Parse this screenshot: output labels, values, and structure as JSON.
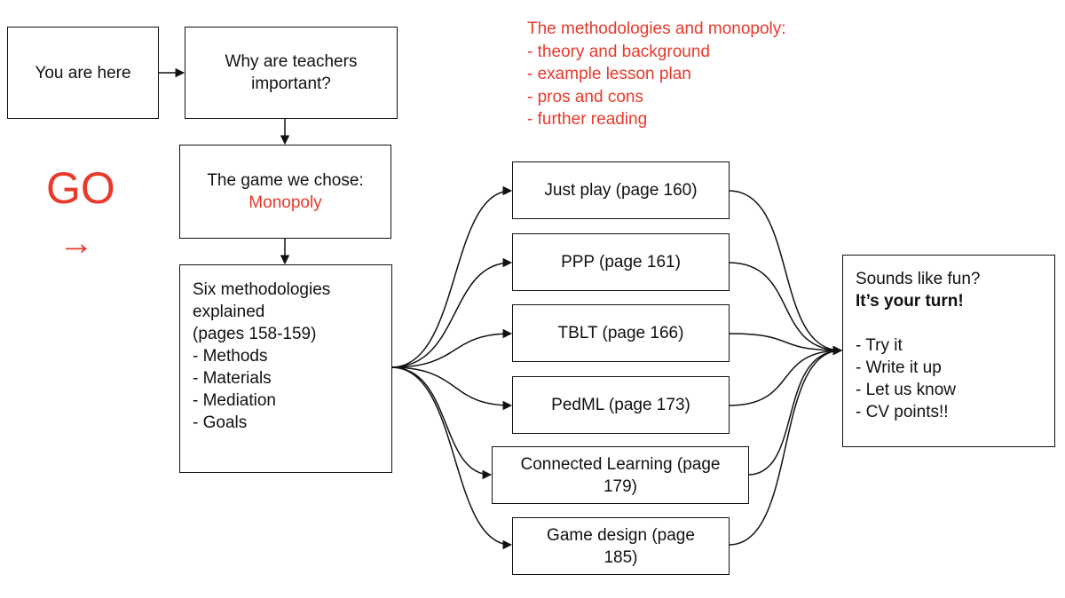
{
  "go": {
    "label": "GO",
    "arrow": "→"
  },
  "note": {
    "heading": "The methodologies and monopoly:",
    "items": [
      "- theory and background",
      "- example lesson plan",
      "- pros and cons",
      "- further reading"
    ]
  },
  "boxes": {
    "you_are_here": "You are here",
    "why_teachers": [
      "Why are teachers",
      "important?"
    ],
    "game_chose": {
      "line1": "The game we chose:",
      "game": "Monopoly"
    },
    "six_methods": {
      "lines": [
        "Six methodologies",
        "explained",
        "(pages 158-159)"
      ],
      "items": [
        "- Methods",
        "- Materials",
        "- Mediation",
        "- Goals"
      ]
    },
    "methods": [
      [
        "Just play (page 160)"
      ],
      [
        "PPP (page 161)"
      ],
      [
        "TBLT (page 166)"
      ],
      [
        "PedML (page 173)"
      ],
      [
        "Connected Learning (page",
        "179)"
      ],
      [
        "Game design (page",
        "185)"
      ]
    ],
    "fun": {
      "line1": "Sounds like fun?",
      "bold": "It’s your turn!",
      "items": [
        "- Try it",
        "- Write it up",
        "- Let us know",
        "- CV points!!"
      ]
    }
  },
  "colors": {
    "accent": "#e8392b",
    "stroke": "#111111"
  }
}
